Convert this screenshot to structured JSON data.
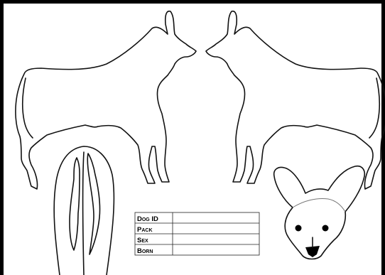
{
  "id_card": {
    "rows": [
      {
        "label": "Dog ID",
        "value": ""
      },
      {
        "label": "Pack",
        "value": ""
      },
      {
        "label": "Sex",
        "value": ""
      },
      {
        "label": "Born",
        "value": ""
      }
    ]
  }
}
